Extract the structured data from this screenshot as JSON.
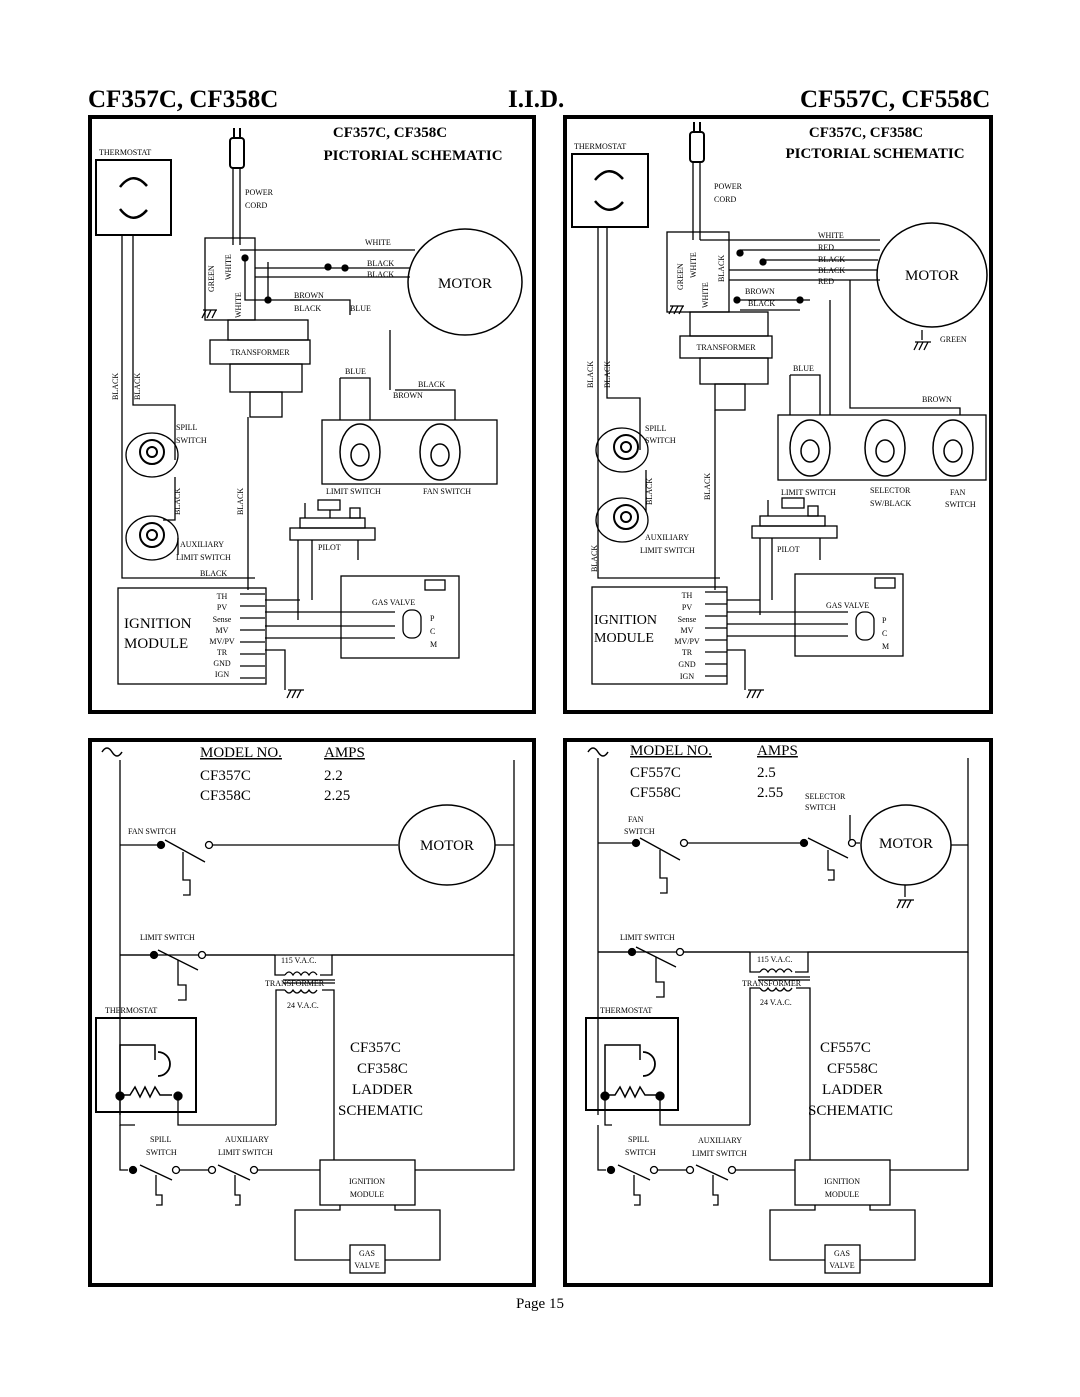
{
  "header": {
    "left": "CF357C, CF358C",
    "center": "I.I.D.",
    "right": "CF557C, CF558C"
  },
  "pictorial_left": {
    "title1": "CF357C, CF358C",
    "title2": "PICTORIAL SCHEMATIC",
    "thermostat": "THERMOSTAT",
    "power": "POWER",
    "cord": "CORD",
    "green": "GREEN",
    "white": "WHITE",
    "white_wire": "WHITE",
    "black": "BLACK",
    "brown": "BROWN",
    "blue": "BLUE",
    "motor": "MOTOR",
    "transformer": "TRANSFORMER",
    "spill": "SPILL",
    "switch": "SWITCH",
    "auxiliary": "AUXILIARY",
    "aux_limit": "LIMIT SWITCH",
    "limit_switch": "LIMIT SWITCH",
    "fan_switch": "FAN SWITCH",
    "pilot": "PILOT",
    "gas_valve": "GAS VALVE",
    "ignition": "IGNITION",
    "module": "MODULE",
    "terminals": [
      "TH",
      "PV",
      "Sense",
      "MV",
      "MV/PV",
      "TR",
      "GND",
      "IGN"
    ],
    "pcm": [
      "P",
      "C",
      "M"
    ]
  },
  "pictorial_right": {
    "title1": "CF357C, CF358C",
    "title2": "PICTORIAL SCHEMATIC",
    "thermostat": "THERMOSTAT",
    "power": "POWER",
    "cord": "CORD",
    "green": "GREEN",
    "white": "WHITE",
    "black": "BLACK",
    "red": "RED",
    "brown": "BROWN",
    "blue": "BLUE",
    "motor": "MOTOR",
    "transformer": "TRANSFORMER",
    "spill": "SPILL",
    "switch": "SWITCH",
    "auxiliary": "AUXILIARY",
    "aux_limit": "LIMIT SWITCH",
    "limit_switch": "LIMIT SWITCH",
    "selector": "SELECTOR",
    "sw_black": "SW/BLACK",
    "fan": "FAN",
    "fan_switch2": "SWITCH",
    "pilot": "PILOT",
    "gas_valve": "GAS VALVE",
    "ignition": "IGNITION",
    "module": "MODULE",
    "terminals": [
      "TH",
      "PV",
      "Sense",
      "MV",
      "MV/PV",
      "TR",
      "GND",
      "IGN"
    ],
    "pcm": [
      "P",
      "C",
      "M"
    ]
  },
  "ladder_left": {
    "model_no": "MODEL NO.",
    "amps": "AMPS",
    "rows": [
      {
        "model": "CF357C",
        "amps": "2.2"
      },
      {
        "model": "CF358C",
        "amps": "2.25"
      }
    ],
    "fan_switch": "FAN SWITCH",
    "motor": "MOTOR",
    "limit_switch": "LIMIT SWITCH",
    "vac115": "115 V.A.C.",
    "transformer": "TRANSFORMER",
    "vac24": "24 V.A.C.",
    "thermostat": "THERMOSTAT",
    "model1": "CF357C",
    "model2": "CF358C",
    "ladder": "LADDER",
    "schematic": "SCHEMATIC",
    "spill": "SPILL",
    "switch": "SWITCH",
    "auxiliary": "AUXILIARY",
    "aux_limit": "LIMIT SWITCH",
    "ignition": "IGNITION",
    "module": "MODULE",
    "gas": "GAS",
    "valve": "VALVE"
  },
  "ladder_right": {
    "model_no": "MODEL NO.",
    "amps": "AMPS",
    "rows": [
      {
        "model": "CF557C",
        "amps": "2.5"
      },
      {
        "model": "CF558C",
        "amps": "2.55"
      }
    ],
    "selector": "SELECTOR",
    "sel_switch": "SWITCH",
    "fan": "FAN",
    "fan_switch": "SWITCH",
    "motor": "MOTOR",
    "limit_switch": "LIMIT SWITCH",
    "vac115": "115 V.A.C.",
    "transformer": "TRANSFORMER",
    "vac24": "24 V.A.C.",
    "thermostat": "THERMOSTAT",
    "model1": "CF557C",
    "model2": "CF558C",
    "ladder": "LADDER",
    "schematic": "SCHEMATIC",
    "spill": "SPILL",
    "switch": "SWITCH",
    "auxiliary": "AUXILIARY",
    "aux_limit": "LIMIT SWITCH",
    "ignition": "IGNITION",
    "module": "MODULE",
    "gas": "GAS",
    "valve": "VALVE"
  },
  "footer": "Page 15"
}
